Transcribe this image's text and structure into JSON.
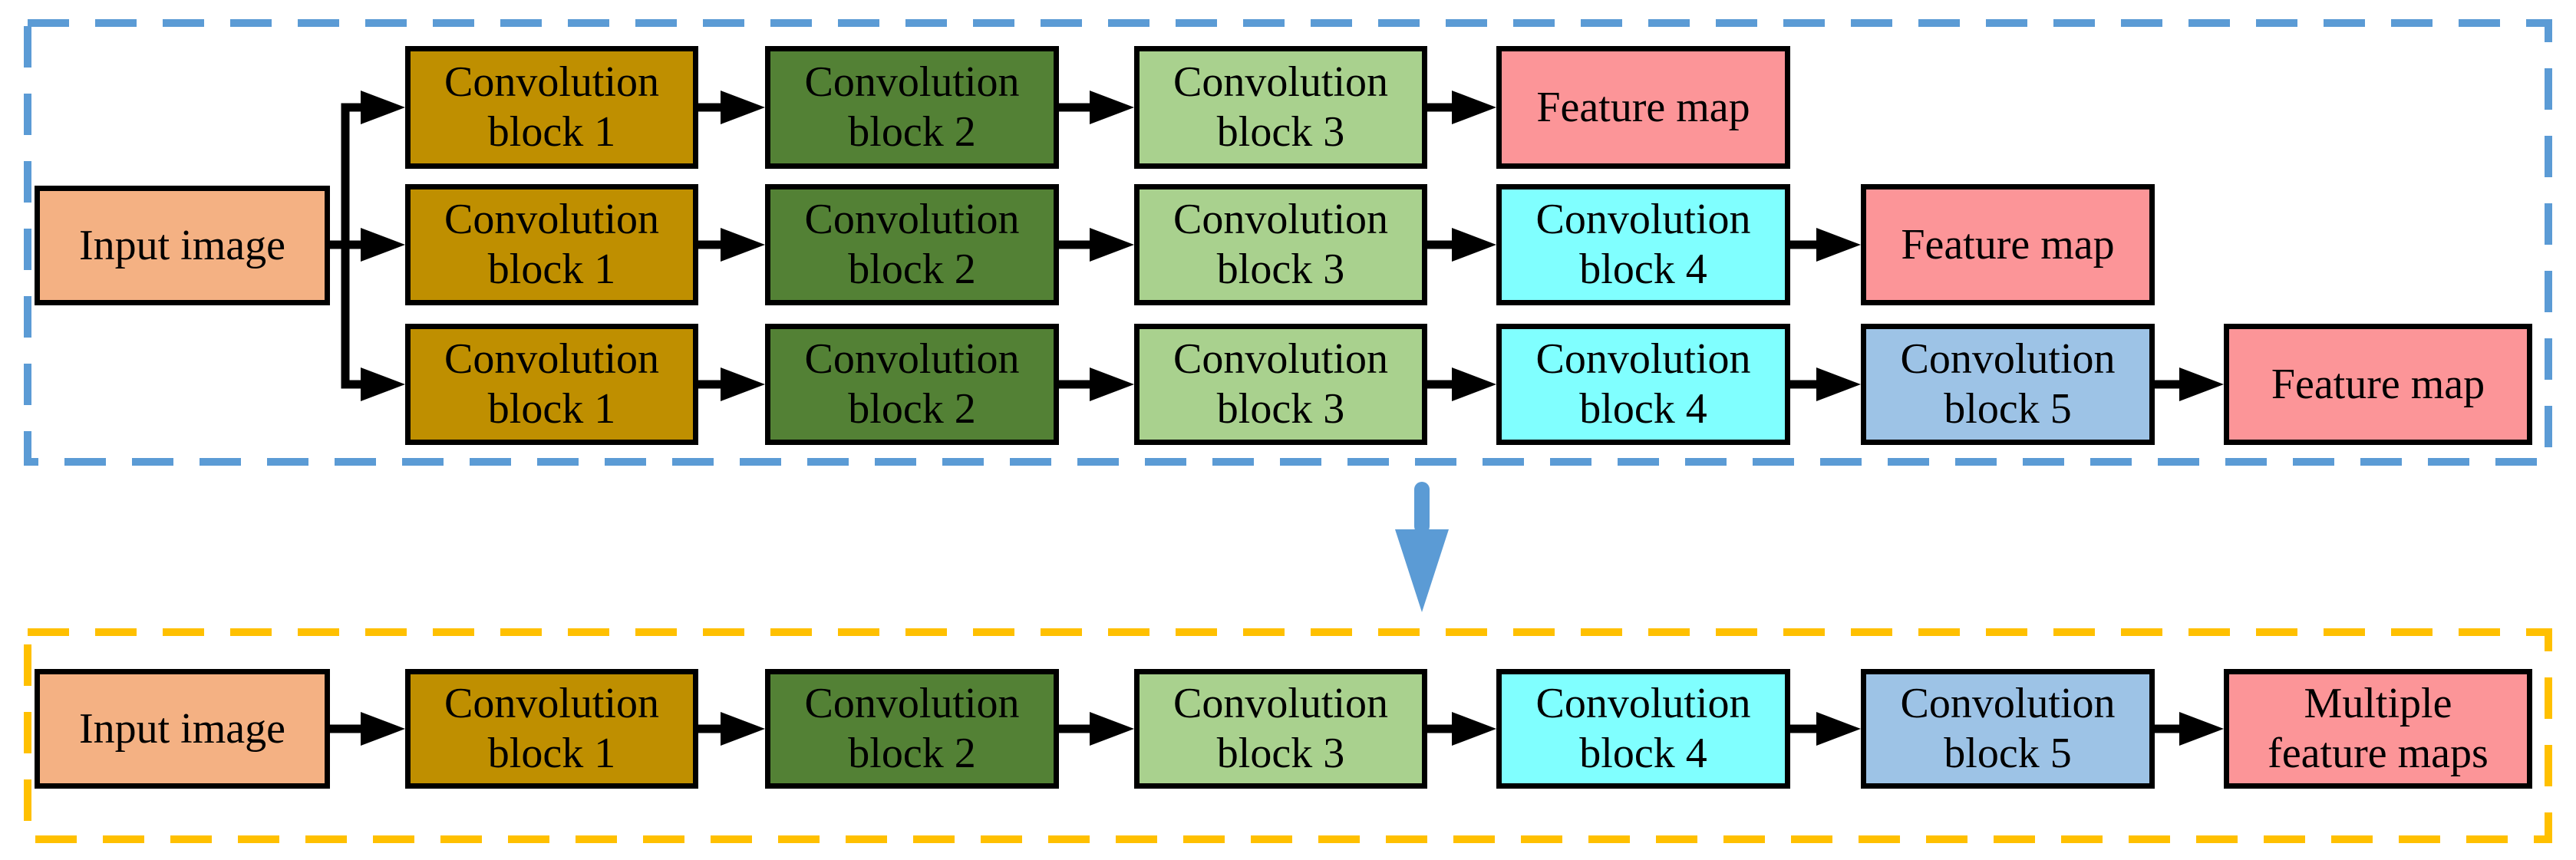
{
  "colors": {
    "input": "#F4B183",
    "conv1": "#BF8F00",
    "conv2": "#538135",
    "conv3": "#A9D18E",
    "conv4": "#80FFFF",
    "conv5": "#9DC3E6",
    "feature": "#FC9598",
    "top_border": "#5B9BD5",
    "bottom_border": "#FFC000",
    "transition_arrow": "#5B9BD5",
    "connector": "#000000"
  },
  "labels": {
    "input": "Input image",
    "conv1": "Convolution\nblock 1",
    "conv2": "Convolution\nblock 2",
    "conv3": "Convolution\nblock 3",
    "conv4": "Convolution\nblock 4",
    "conv5": "Convolution\nblock 5",
    "feature_map": "Feature map",
    "multiple_feature_maps": "Multiple\nfeature maps"
  },
  "top_group": {
    "input": "Input image",
    "branches": [
      [
        "Convolution block 1",
        "Convolution block 2",
        "Convolution block 3",
        "Feature map"
      ],
      [
        "Convolution block 1",
        "Convolution block 2",
        "Convolution block 3",
        "Convolution block 4",
        "Feature map"
      ],
      [
        "Convolution block 1",
        "Convolution block 2",
        "Convolution block 3",
        "Convolution block 4",
        "Convolution block 5",
        "Feature map"
      ]
    ]
  },
  "bottom_group": {
    "sequence": [
      "Input image",
      "Convolution block 1",
      "Convolution block 2",
      "Convolution block 3",
      "Convolution block 4",
      "Convolution block 5",
      "Multiple feature maps"
    ]
  }
}
